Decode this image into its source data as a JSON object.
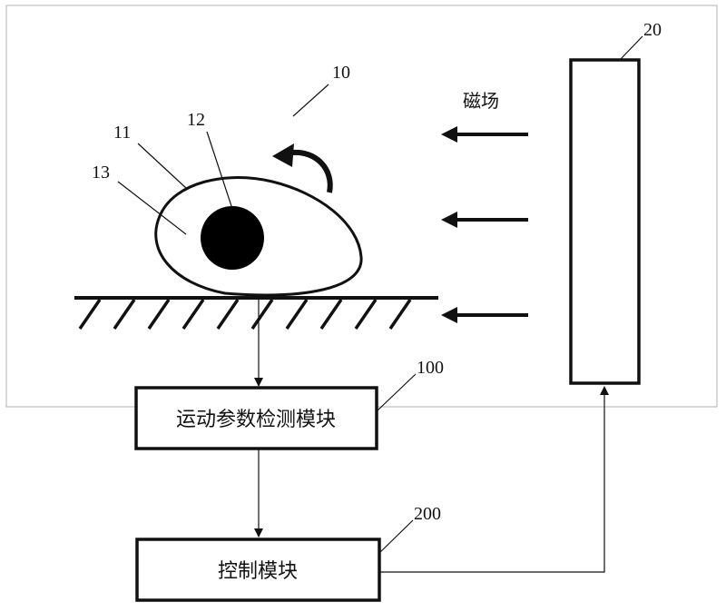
{
  "labels": {
    "device": "10",
    "body_outline": "11",
    "inner_core": "12",
    "body_region": "13",
    "field_source": "20",
    "detection_ref": "100",
    "control_ref": "200",
    "magnetic_field": "磁场"
  },
  "modules": {
    "detection": "运动参数检测模块",
    "control": "控制模块"
  },
  "colors": {
    "line": "#111111",
    "frame": "#b3b3b3",
    "background": "#ffffff"
  }
}
